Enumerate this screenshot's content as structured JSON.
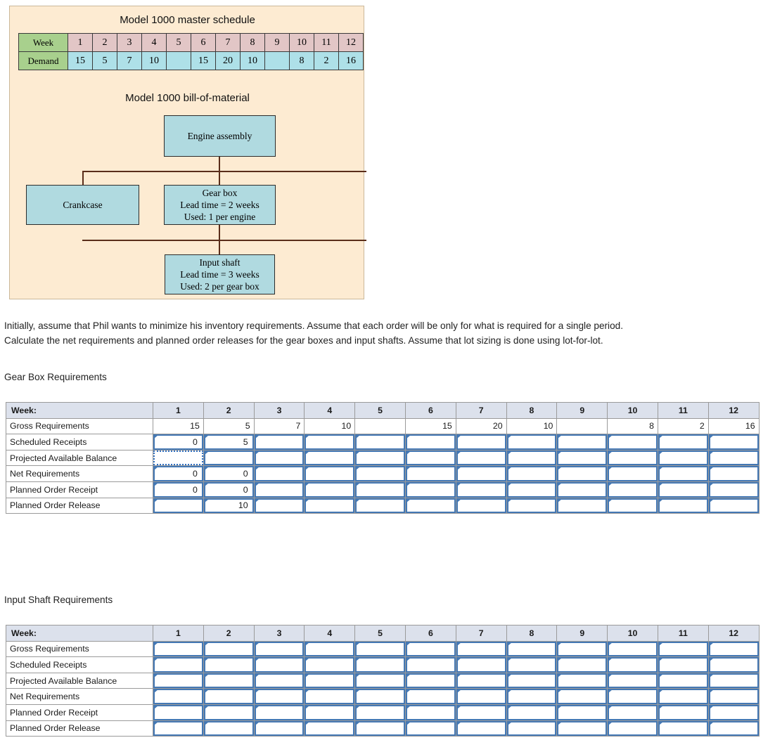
{
  "figure": {
    "master_schedule_title": "Model 1000 master schedule",
    "bom_title": "Model 1000 bill-of-material",
    "schedule": {
      "week_label": "Week",
      "demand_label": "Demand",
      "weeks": [
        "1",
        "2",
        "3",
        "4",
        "5",
        "6",
        "7",
        "8",
        "9",
        "10",
        "11",
        "12"
      ],
      "demand": [
        "15",
        "5",
        "7",
        "10",
        "",
        "15",
        "20",
        "10",
        "",
        "8",
        "2",
        "16"
      ]
    },
    "boxes": {
      "engine": {
        "line1": "Engine assembly"
      },
      "crankcase": {
        "line1": "Crankcase"
      },
      "gearbox": {
        "line1": "Gear box",
        "line2": "Lead time = 2 weeks",
        "line3": "Used: 1 per engine"
      },
      "input_shaft": {
        "line1": "Input shaft",
        "line2": "Lead time = 3 weeks",
        "line3": "Used: 2 per gear box"
      }
    }
  },
  "instructions": "Initially, assume that Phil wants to minimize his inventory requirements. Assume that each order will be only for what is required for a single period. Calculate the net requirements and planned order releases for the gear boxes and input shafts. Assume that lot sizing is done using lot-for-lot.",
  "gearbox_section": {
    "heading": "Gear Box Requirements",
    "header_label": "Week:",
    "weeks": [
      "1",
      "2",
      "3",
      "4",
      "5",
      "6",
      "7",
      "8",
      "9",
      "10",
      "11",
      "12"
    ],
    "rows": [
      {
        "label": "Gross Requirements",
        "editable": false,
        "values": [
          "15",
          "5",
          "7",
          "10",
          "",
          "15",
          "20",
          "10",
          "",
          "8",
          "2",
          "16"
        ]
      },
      {
        "label": "Scheduled Receipts",
        "editable": true,
        "values": [
          "0",
          "5",
          "",
          "",
          "",
          "",
          "",
          "",
          "",
          "",
          "",
          ""
        ]
      },
      {
        "label": "Projected Available Balance",
        "editable": true,
        "active_index": 0,
        "values": [
          "",
          "",
          "",
          "",
          "",
          "",
          "",
          "",
          "",
          "",
          "",
          ""
        ]
      },
      {
        "label": "Net Requirements",
        "editable": true,
        "values": [
          "0",
          "0",
          "",
          "",
          "",
          "",
          "",
          "",
          "",
          "",
          "",
          ""
        ]
      },
      {
        "label": "Planned Order Receipt",
        "editable": true,
        "values": [
          "0",
          "0",
          "",
          "",
          "",
          "",
          "",
          "",
          "",
          "",
          "",
          ""
        ]
      },
      {
        "label": "Planned Order Release",
        "editable": true,
        "values": [
          "",
          "10",
          "",
          "",
          "",
          "",
          "",
          "",
          "",
          "",
          "",
          ""
        ]
      }
    ]
  },
  "shaft_section": {
    "heading": "Input Shaft Requirements",
    "header_label": "Week:",
    "weeks": [
      "1",
      "2",
      "3",
      "4",
      "5",
      "6",
      "7",
      "8",
      "9",
      "10",
      "11",
      "12"
    ],
    "rows": [
      {
        "label": "Gross Requirements",
        "editable": true,
        "values": [
          "",
          "",
          "",
          "",
          "",
          "",
          "",
          "",
          "",
          "",
          "",
          ""
        ]
      },
      {
        "label": "Scheduled Receipts",
        "editable": true,
        "values": [
          "",
          "",
          "",
          "",
          "",
          "",
          "",
          "",
          "",
          "",
          "",
          ""
        ]
      },
      {
        "label": "Projected Available Balance",
        "editable": true,
        "values": [
          "",
          "",
          "",
          "",
          "",
          "",
          "",
          "",
          "",
          "",
          "",
          ""
        ]
      },
      {
        "label": "Net Requirements",
        "editable": true,
        "values": [
          "",
          "",
          "",
          "",
          "",
          "",
          "",
          "",
          "",
          "",
          "",
          ""
        ]
      },
      {
        "label": "Planned Order Receipt",
        "editable": true,
        "values": [
          "",
          "",
          "",
          "",
          "",
          "",
          "",
          "",
          "",
          "",
          "",
          ""
        ]
      },
      {
        "label": "Planned Order Release",
        "editable": true,
        "values": [
          "",
          "",
          "",
          "",
          "",
          "",
          "",
          "",
          "",
          "",
          "",
          ""
        ]
      }
    ]
  },
  "colors": {
    "panel_bg": "#fdebd2",
    "box_fill": "#b0dae0",
    "label_green": "#a8d08d",
    "week_pink": "#e2c6c6",
    "demand_cyan": "#aee0e8",
    "connector": "#5a2d1a",
    "input_border": "#4478b4",
    "header_bg": "#dce1ec"
  }
}
